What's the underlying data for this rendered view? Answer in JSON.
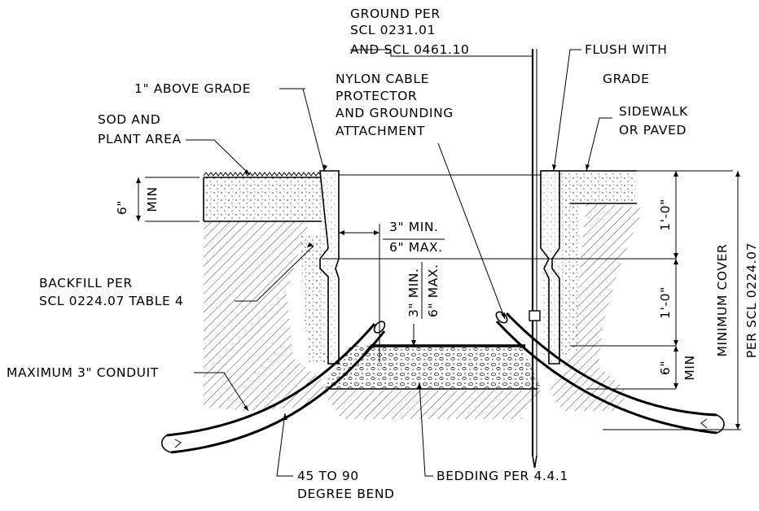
{
  "labels": {
    "ground_per_1": "GROUND PER",
    "ground_per_2": "SCL 0231.01",
    "ground_per_3": "AND SCL 0461.10",
    "flush_1": "FLUSH WITH",
    "flush_2": "GRADE",
    "above_grade": "1\" ABOVE GRADE",
    "nylon_1": "NYLON CABLE",
    "nylon_2": "PROTECTOR",
    "nylon_3": "AND GROUNDING",
    "nylon_4": "ATTACHMENT",
    "sidewalk_1": "SIDEWALK",
    "sidewalk_2": "OR PAVED",
    "sod_1": "SOD AND",
    "sod_2": "PLANT AREA",
    "backfill_1": "BACKFILL PER",
    "backfill_2": "SCL 0224.07 TABLE 4",
    "conduit": "MAXIMUM 3\" CONDUIT",
    "bend_1": "45 TO 90",
    "bend_2": "DEGREE BEND",
    "bedding": "BEDDING PER 4.4.1"
  },
  "dimensions": {
    "six_in": "6\"",
    "min": "MIN",
    "three_min": "3\" MIN.",
    "six_max": "6\" MAX.",
    "three_min_v": "3\" MIN.",
    "six_max_v": "6\" MAX.",
    "one_foot_a": "1'-0\"",
    "one_foot_b": "1'-0\"",
    "six_in_b": "6\"",
    "min_b": "MIN",
    "minimum_cover": "MINIMUM COVER",
    "per_scl": "PER SCL 0224.07"
  }
}
